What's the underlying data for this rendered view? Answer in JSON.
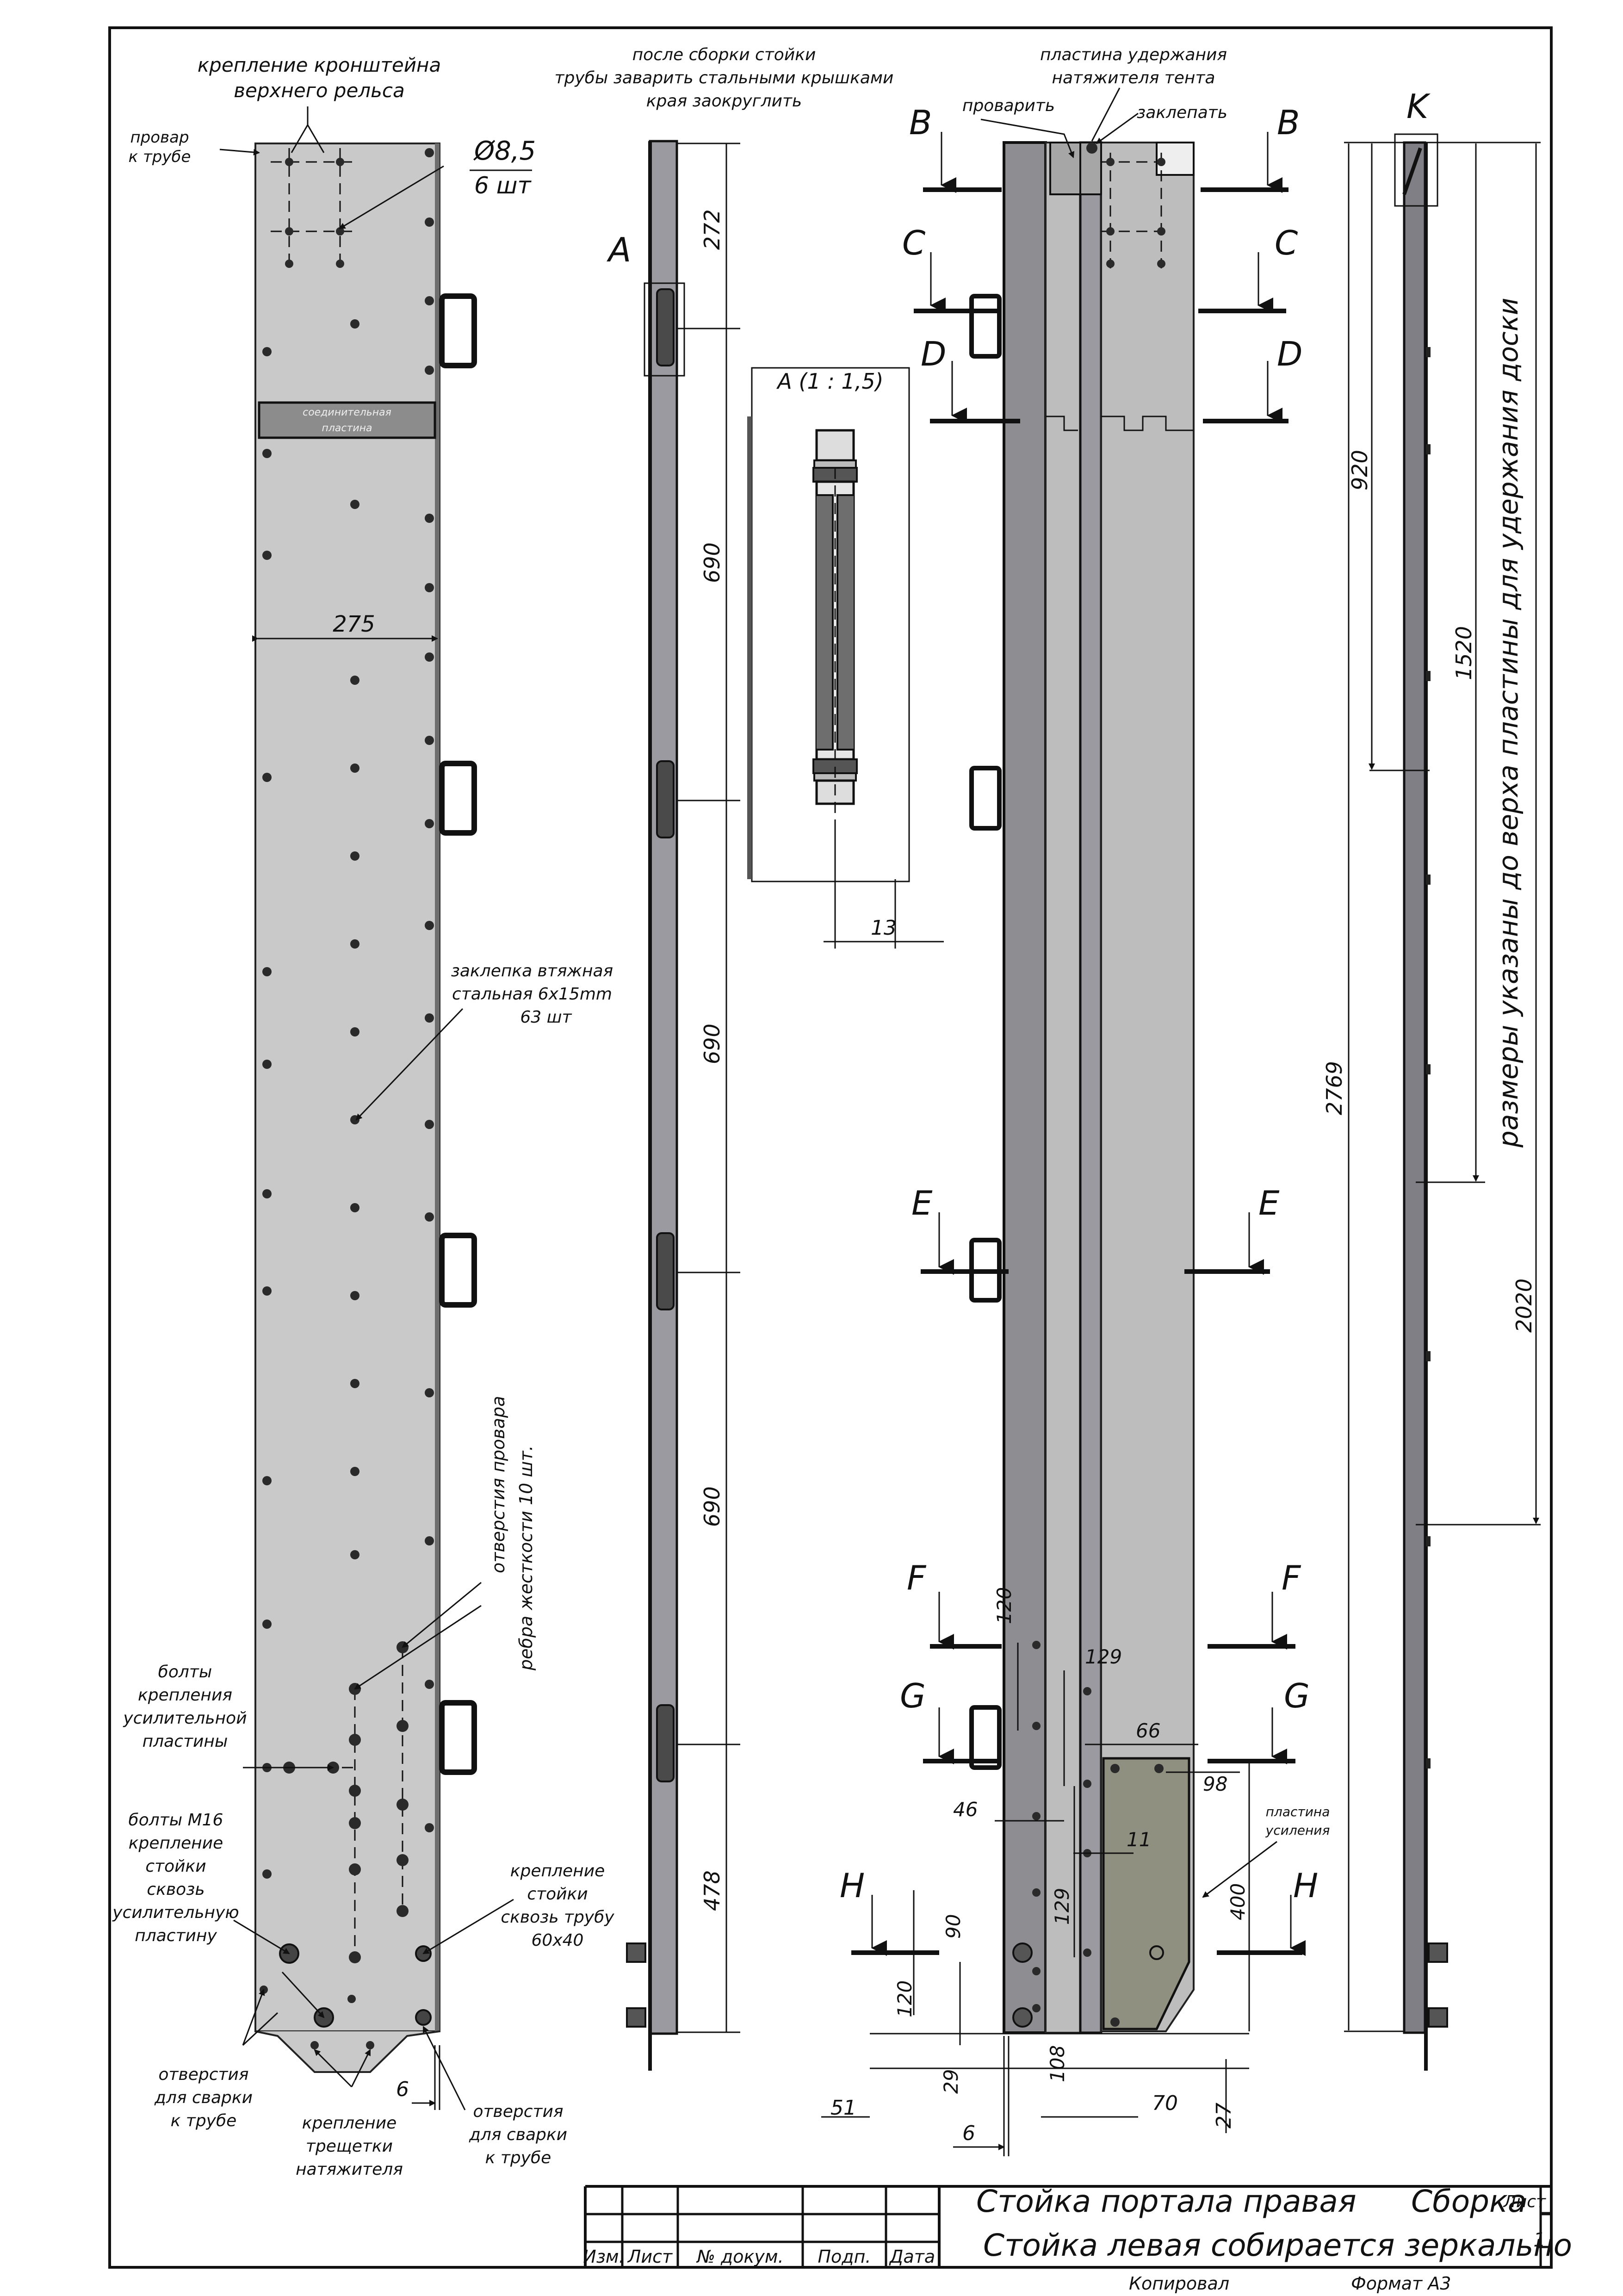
{
  "labels": {
    "bracket_mount": [
      "крепление кронштейна",
      "верхнего рельса"
    ],
    "weld_to_tube": [
      "провар",
      "к трубе"
    ],
    "hole_dia": "Ø8,5",
    "hole_count": "6 шт",
    "joint_plate": [
      "соединительная",
      "пластина"
    ],
    "width_275": "275",
    "rivet": [
      "заклепка втяжная",
      "стальная 6х15mm",
      "63 шт"
    ],
    "stiffener_holes": [
      "отверстия провара",
      "ребра жесткости 10 шт."
    ],
    "bolts_reinf": [
      "болты",
      "крепления",
      "усилительной",
      "пластины"
    ],
    "bolts_m16": [
      "болты М16",
      "крепление",
      "стойки",
      "сквозь",
      "усилительную",
      "пластину"
    ],
    "post_through_tube": [
      "крепление",
      "стойки",
      "сквозь трубу",
      "60х40"
    ],
    "weld_holes_left": [
      "отверстия",
      "для сварки",
      "к трубе"
    ],
    "ratchet": [
      "крепление",
      "трещетки",
      "натяжителя"
    ],
    "weld_holes_right": [
      "отверстия",
      "для сварки",
      "к трубе"
    ],
    "dim_6_left": "6",
    "after_assembly": [
      "после сборки стойки",
      "трубы заварить стальными крышками",
      "края заокруглить"
    ],
    "view_A": "A",
    "detail_A": "A (1 : 1,5)",
    "dim_13": "13",
    "tent_plate": [
      "пластина удержания",
      "натяжителя тента"
    ],
    "weld": "проварить",
    "rivet_it": "заклепать",
    "reinf_plate": [
      "пластина",
      "усиления"
    ],
    "K": "K",
    "vertical_note": "размеры указаны до верха пластины для удержания доски"
  },
  "section_letters": [
    "B",
    "C",
    "D",
    "E",
    "F",
    "G",
    "H"
  ],
  "dims_side": [
    "272",
    "690",
    "690",
    "690",
    "478"
  ],
  "dims_main": {
    "d120a": "120",
    "d129a": "129",
    "d66": "66",
    "d98": "98",
    "d46": "46",
    "d11": "11",
    "d400": "400",
    "d129b": "129",
    "d90": "90",
    "d120b": "120",
    "d108": "108",
    "d29": "29",
    "d51": "51",
    "d70": "70",
    "d27": "27",
    "d6": "6"
  },
  "dims_right": {
    "d920": "920",
    "d1520": "1520",
    "d2769": "2769",
    "d2020": "2020"
  },
  "title_block": {
    "title_line1": "Стойка портала правая",
    "assembly": "Сборка",
    "title_line2": "Стойка левая  собирается зеркально",
    "sheet_label": "Лист",
    "sheet_number": "1",
    "col_izm": "Изм.",
    "col_list": "Лист",
    "col_doc": "№ докум.",
    "col_sign": "Подп.",
    "col_date": "Дата",
    "copied": "Копировал",
    "format": "Формат А3"
  }
}
